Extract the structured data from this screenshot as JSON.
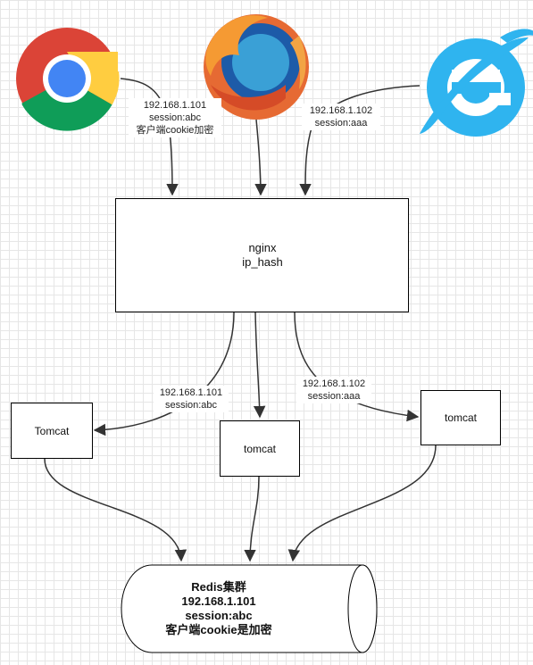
{
  "browsers": [
    {
      "name": "chrome",
      "icon": "chrome-icon"
    },
    {
      "name": "firefox",
      "icon": "firefox-icon"
    },
    {
      "name": "ie",
      "icon": "internet-explorer-icon"
    }
  ],
  "edges_top": {
    "chrome": [
      "192.168.1.101",
      "session:abc",
      "客户端cookie加密"
    ],
    "ie": [
      "192.168.1.102",
      "session:aaa"
    ]
  },
  "nginx": {
    "line1": "nginx",
    "line2": "ip_hash"
  },
  "edges_mid": {
    "left": [
      "192.168.1.101",
      "session:abc"
    ],
    "right": [
      "192.168.1.102",
      "session:aaa"
    ]
  },
  "servers": {
    "left": "Tomcat",
    "center": "tomcat",
    "right": "tomcat"
  },
  "redis": {
    "line1": "Redis集群",
    "line2": "192.168.1.101",
    "line3": "session:abc",
    "line4": "客户端cookie是加密"
  }
}
